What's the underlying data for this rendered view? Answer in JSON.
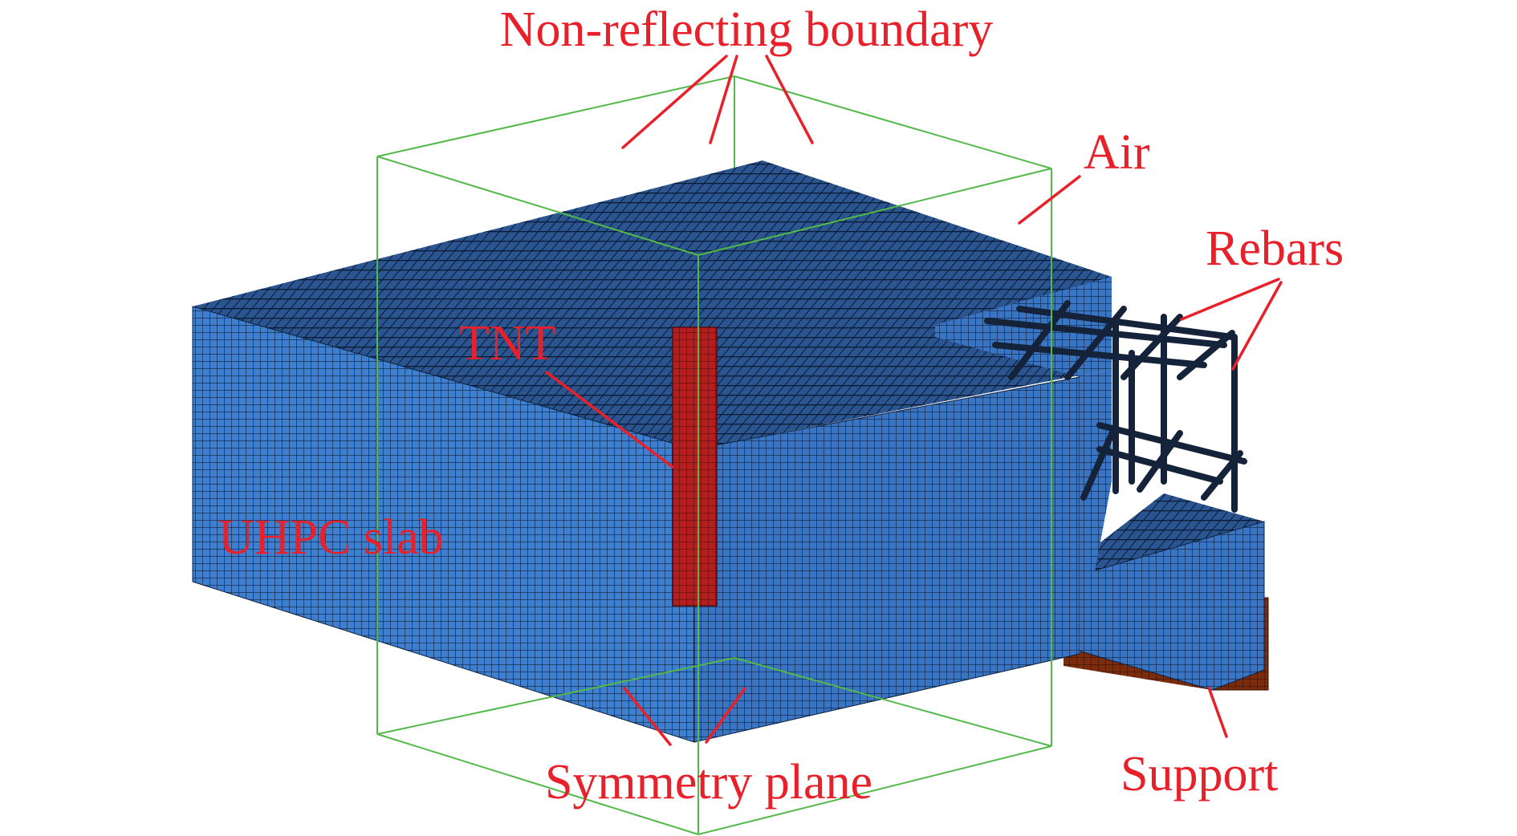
{
  "labels": {
    "non_reflecting_boundary": "Non-reflecting boundary",
    "air": "Air",
    "rebars": "Rebars",
    "tnt": "TNT",
    "uhpc_slab": "UHPC slab",
    "symmetry_plane": "Symmetry plane",
    "support": "Support"
  },
  "colors": {
    "label": "#e8202a",
    "leader": "#e8202a",
    "air_box": "#52b84a",
    "slab_front": "#3f7fd0",
    "slab_side": "#3a75c4",
    "slab_top": "#1f3d66",
    "mesh_line": "#0d1f3a",
    "tnt": "#b41e1e",
    "support": "#7a2c0c",
    "rebar": "#15233a"
  }
}
